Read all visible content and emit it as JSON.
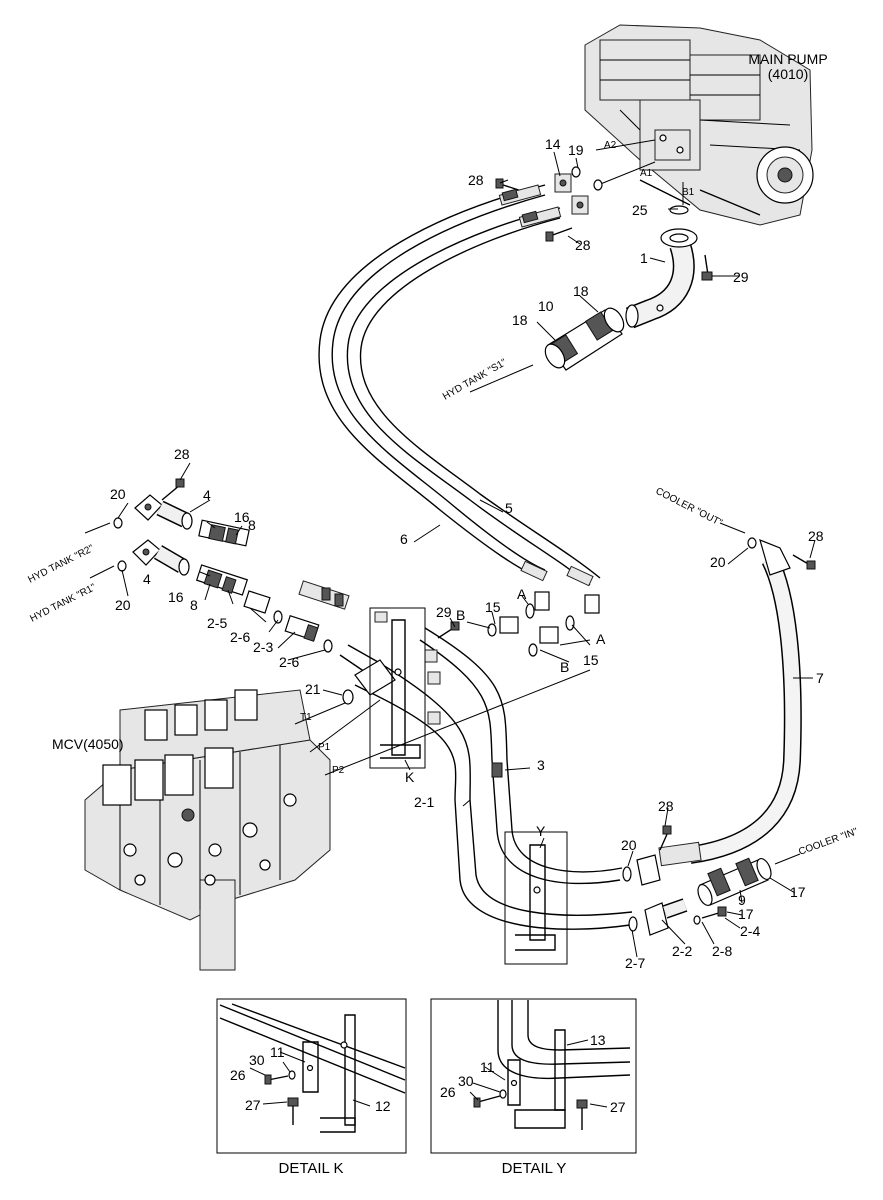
{
  "components": {
    "main_pump": {
      "line1": "MAIN PUMP",
      "line2": "(4010)"
    },
    "mcv": "MCV(4050)"
  },
  "ports": {
    "a2": "A2",
    "a1": "A1",
    "b1": "B1",
    "t1": "T1",
    "p1": "P1",
    "p2": "P2"
  },
  "routing": {
    "hyd_tank_s1": "HYD TANK \"S1\"",
    "hyd_tank_r2": "HYD TANK \"R2\"",
    "hyd_tank_r1": "HYD TANK \"R1\"",
    "cooler_out": "COOLER \"OUT\"",
    "cooler_in": "COOLER \"IN\""
  },
  "callouts": {
    "p14": "14",
    "p19": "19",
    "p28a": "28",
    "p28b": "28",
    "p25": "25",
    "p1": "1",
    "p29a": "29",
    "p18a": "18",
    "p10": "10",
    "p18b": "18",
    "p28c": "28",
    "p20a": "20",
    "p4a": "4",
    "p16a": "16",
    "p8a": "8",
    "p4b": "4",
    "p20b": "20",
    "p16b": "16",
    "p8b": "8",
    "p2_5": "2-5",
    "p2_6a": "2-6",
    "p2_3": "2-3",
    "p2_6b": "2-6",
    "p6": "6",
    "p5": "5",
    "pA1": "A",
    "p15a": "15",
    "pB1": "B",
    "p29b": "29",
    "pA2": "A",
    "pB2": "B",
    "p15b": "15",
    "p21": "21",
    "pK": "K",
    "p3": "3",
    "p2_1": "2-1",
    "pY": "Y",
    "p28d": "28",
    "p20c": "20",
    "p7": "7",
    "p28e": "28",
    "p20d": "20",
    "p9": "9",
    "p17a": "17",
    "p17b": "17",
    "p2_4": "2-4",
    "p2_8": "2-8",
    "p2_2": "2-2",
    "p2_7": "2-7"
  },
  "detail_k": {
    "title": "DETAIL K",
    "callouts": {
      "p11": "11",
      "p30": "30",
      "p26": "26",
      "p27": "27",
      "p12": "12"
    }
  },
  "detail_y": {
    "title": "DETAIL Y",
    "callouts": {
      "p13": "13",
      "p11": "11",
      "p30": "30",
      "p26": "26",
      "p27": "27"
    }
  }
}
